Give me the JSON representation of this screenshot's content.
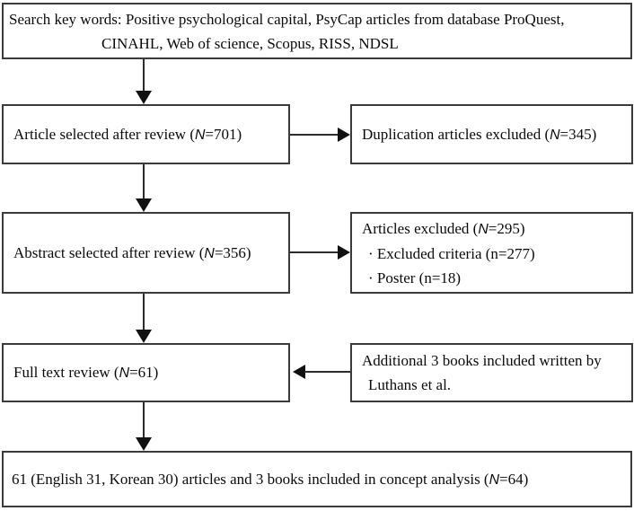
{
  "colors": {
    "background": "#ffffff",
    "box_border": "#3b3b3b",
    "text": "#0a0a0a",
    "arrow": "#111111"
  },
  "flow": {
    "search_box": {
      "line1": "Search key words: Positive psychological capital, PsyCap articles from database ProQuest,",
      "line2": "CINAHL, Web of science, Scopus, RISS, NDSL"
    },
    "article_box": {
      "label": "Article selected after review (N=701)"
    },
    "duplication_box": {
      "label": "Duplication articles excluded (N=345)"
    },
    "abstract_box": {
      "label": "Abstract selected after review (N=356)"
    },
    "excluded_box": {
      "line1": "Articles excluded (N=295)",
      "line2": "· Excluded criteria (n=277)",
      "line3": "· Poster (n=18)"
    },
    "fulltext_box": {
      "label": "Full text review (N=61)"
    },
    "books_box": {
      "line1": "Additional 3 books included written by",
      "line2": "Luthans et al."
    },
    "final_box": {
      "label": "61 (English 31, Korean 30) articles and 3 books included in concept analysis (N=64)"
    }
  }
}
